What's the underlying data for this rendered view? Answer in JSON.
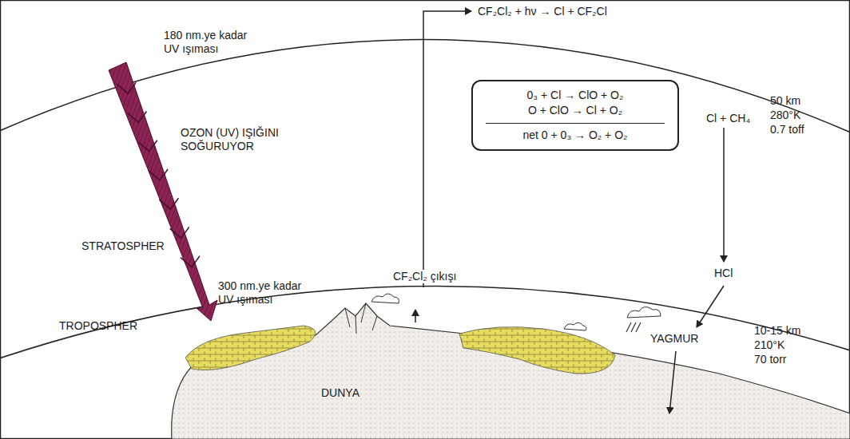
{
  "diagram": {
    "nodes": [
      {
        "text": [
          "0₃ + Cl → ClO + O₂",
          "O + ClO → Cl + O₂",
          "net 0 + 0₃ → O₂ + O₂"
        ]
      }
    ],
    "labels": [
      "180 nm.ye kadar UV ışıması",
      "CF₂Cl₂ + hν → Cl + CF₂Cl",
      "OZON (UV) IŞIĞINI SOĞURUYOR",
      "50 km",
      "280°K",
      "0.7 toff",
      "Cl + CH₄",
      "STRATOSPHER",
      "300 nm.ye kadar UV ışıması",
      "CF₂Cl₂ çıkışı",
      "HCl",
      "TROPOSPHER",
      "10-15 km",
      "210°K",
      "70 torr",
      "YAGMUR",
      "DUNYA"
    ]
  }
}
